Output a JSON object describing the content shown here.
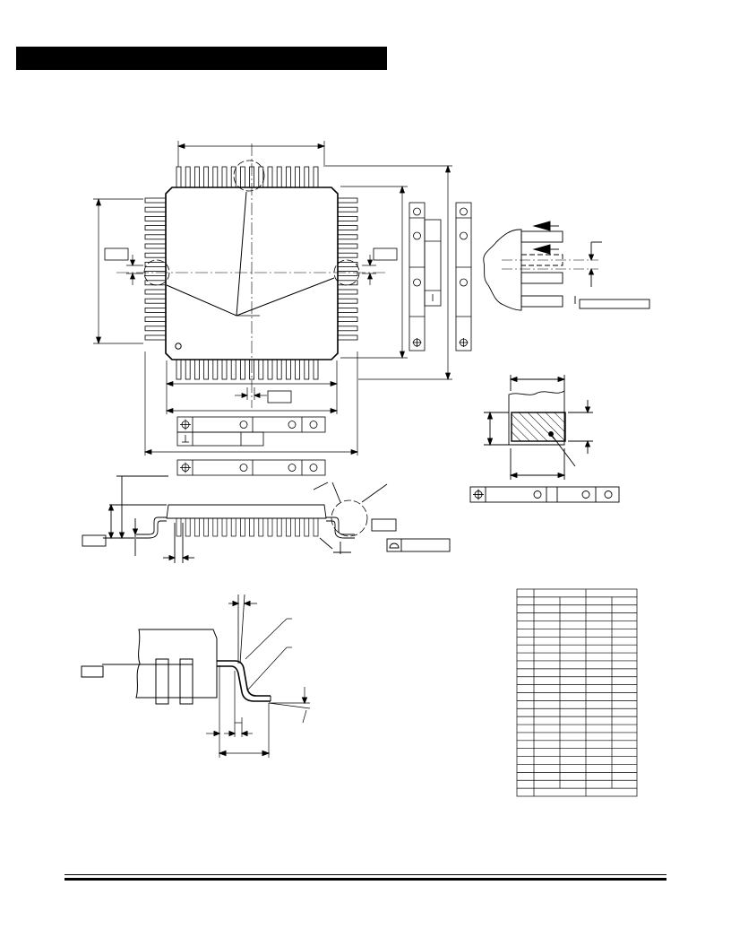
{
  "page": {
    "title_bar_color": "#000000",
    "line_color": "#000000",
    "hatch_color": "#000000"
  },
  "drawings": [
    {
      "view": "package-top-view",
      "shape": "quad-flat-package",
      "leads_per_side": 16
    },
    {
      "view": "lead-section-details",
      "count": 2
    },
    {
      "view": "lead-tip-side-detail"
    },
    {
      "view": "lead-cross-section",
      "hatched": true
    },
    {
      "view": "package-side-view"
    },
    {
      "view": "lead-bend-detail"
    }
  ],
  "dimension_table": {
    "rows": 26,
    "columns": 5
  }
}
